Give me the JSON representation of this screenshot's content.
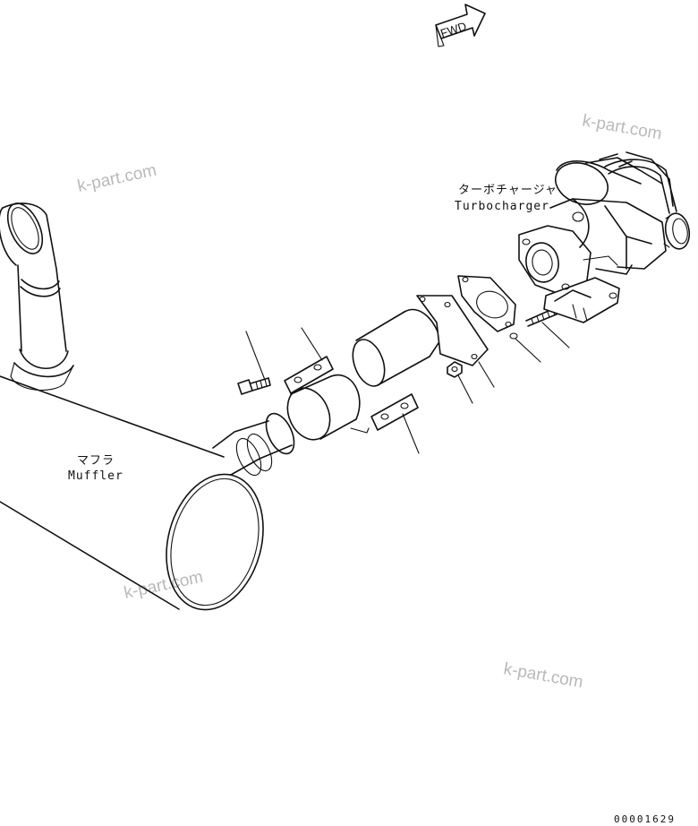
{
  "fwd_label": "FWD",
  "labels": {
    "turbocharger_jp": "ターボチャージャ",
    "turbocharger_en": "Turbocharger",
    "muffler_jp": "マフラ",
    "muffler_en": "Muffler"
  },
  "watermark": "k-part.com",
  "drawing_code": "00001629"
}
